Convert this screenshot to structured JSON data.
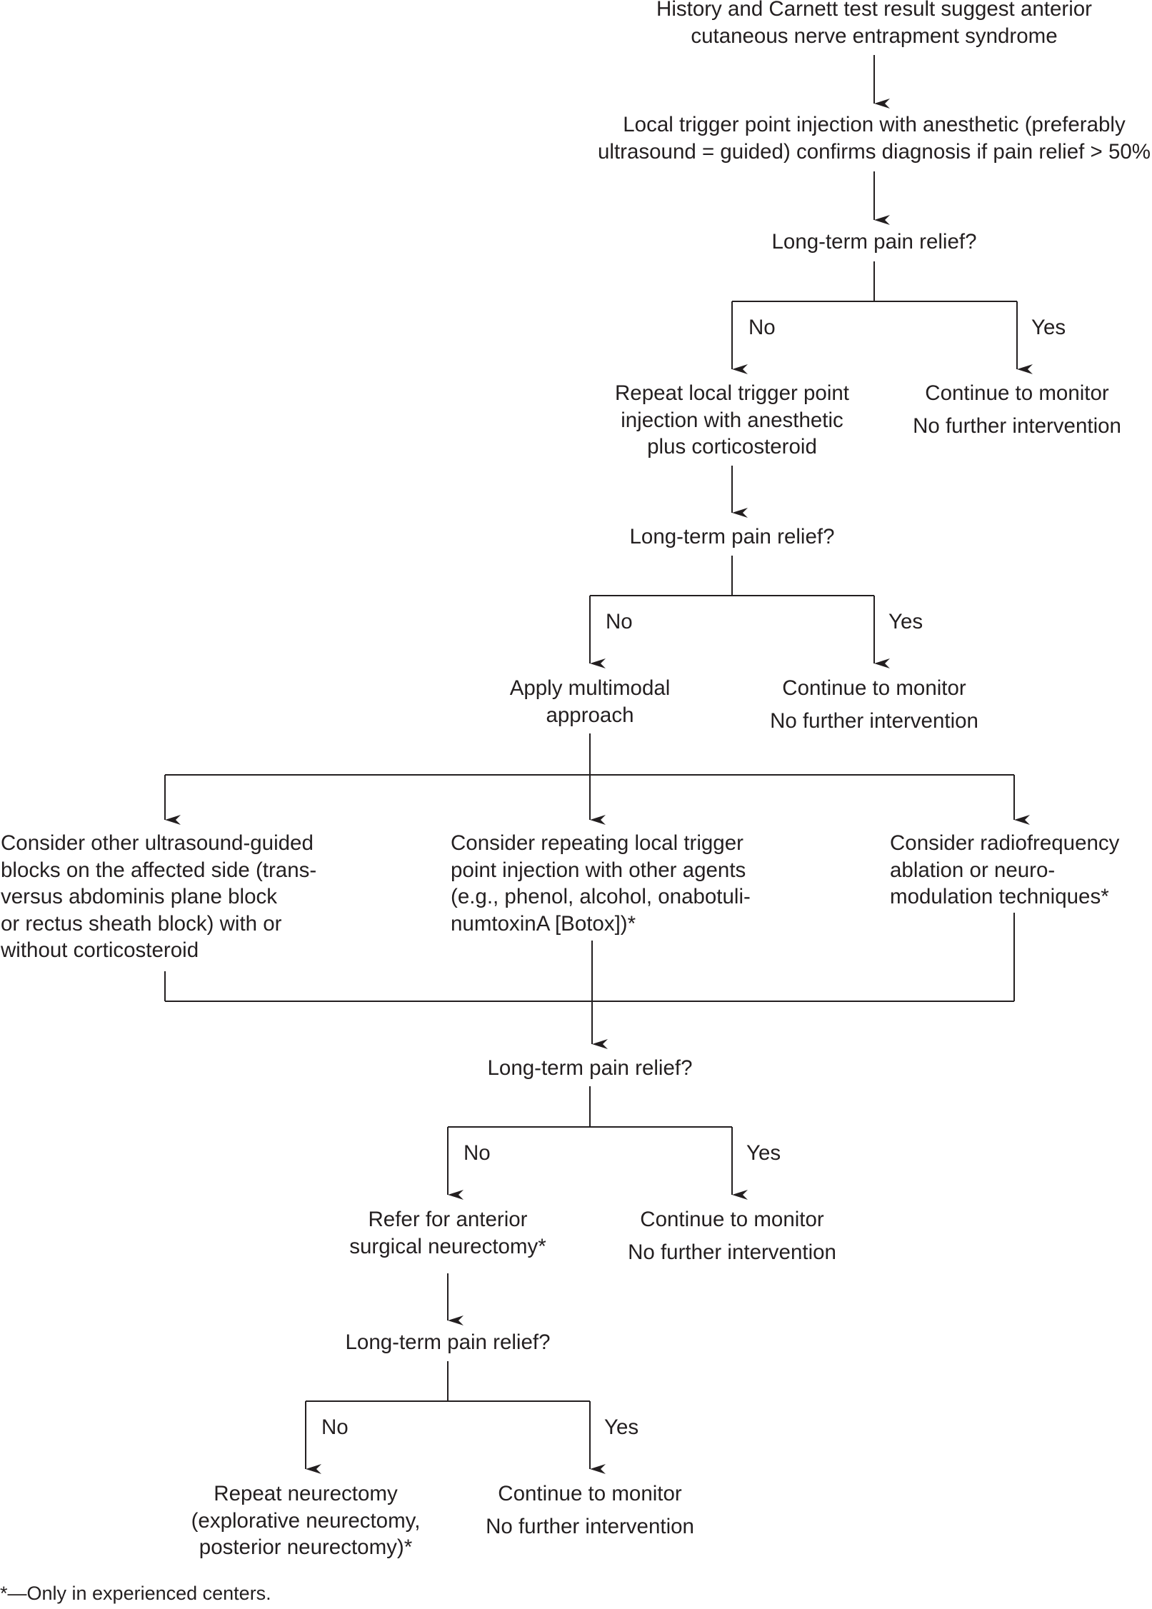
{
  "nodes": {
    "start": [
      "History and Carnett test result suggest anterior",
      "cutaneous nerve entrapment syndrome"
    ],
    "injection": [
      "Local trigger point injection with anesthetic (preferably",
      "ultrasound = guided) confirms diagnosis if pain relief > 50%"
    ],
    "q1": "Long-term pain relief?",
    "repeat_injection": [
      "Repeat local trigger point",
      "injection with anesthetic",
      "plus corticosteroid"
    ],
    "monitor1": [
      "Continue to monitor",
      "No further intervention"
    ],
    "q2": "Long-term pain relief?",
    "multimodal": [
      "Apply multimodal",
      "approach"
    ],
    "monitor2": [
      "Continue to monitor",
      "No further intervention"
    ],
    "option_blocks": [
      "Consider other ultrasound-guided",
      "blocks on the affected side (trans-",
      "versus abdominis plane block",
      "or rectus sheath block) with or",
      "without corticosteroid"
    ],
    "option_agents": [
      "Consider repeating local trigger",
      "point injection with other agents",
      "(e.g., phenol, alcohol, onabotuli-",
      "numtoxinA [Botox])*"
    ],
    "option_rfa": [
      "Consider radiofrequency",
      "ablation or neuro-",
      "modulation techniques*"
    ],
    "q3": "Long-term pain relief?",
    "neurectomy": [
      "Refer for anterior",
      "surgical neurectomy*"
    ],
    "monitor3": [
      "Continue to monitor",
      "No further intervention"
    ],
    "q4": "Long-term pain relief?",
    "repeat_neurectomy": [
      "Repeat neurectomy",
      "(explorative neurectomy,",
      "posterior neurectomy)*"
    ],
    "monitor4": [
      "Continue to monitor",
      "No further intervention"
    ]
  },
  "branch_labels": {
    "no": "No",
    "yes": "Yes"
  },
  "footnote": "*—Only in experienced centers.",
  "colors": {
    "text": "#231f20",
    "lines": "#231f20",
    "background": "#ffffff"
  }
}
